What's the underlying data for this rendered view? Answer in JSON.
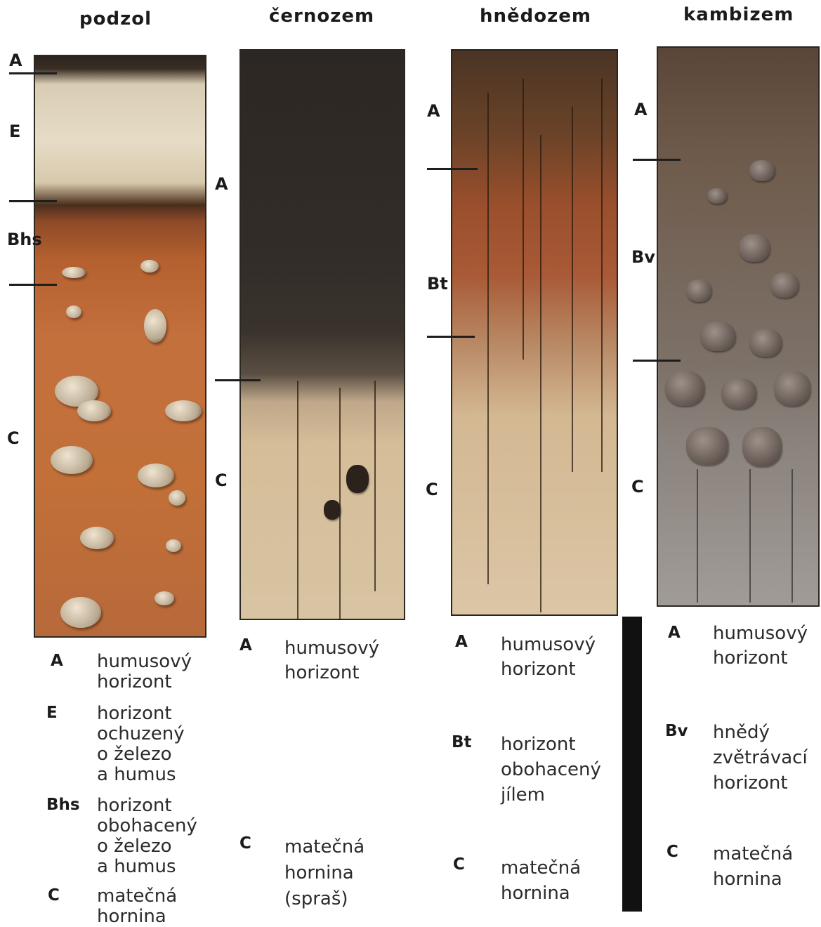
{
  "profiles": [
    {
      "title": "podzol",
      "horizons": [
        "A",
        "E",
        "Bhs",
        "C"
      ],
      "legend": [
        {
          "code": "A",
          "text": "humusový\nhorizont"
        },
        {
          "code": "E",
          "text": "horizont\nochuzený\no železo\na humus"
        },
        {
          "code": "Bhs",
          "text": "horizont\nobohacený\no železo\na humus"
        },
        {
          "code": "C",
          "text": "matečná\nhornina"
        }
      ]
    },
    {
      "title": "černozem",
      "horizons": [
        "A",
        "C"
      ],
      "legend": [
        {
          "code": "A",
          "text": "humusový\nhorizont"
        },
        {
          "code": "C",
          "text": "matečná\nhornina\n(spraš)"
        }
      ]
    },
    {
      "title": "hnědozem",
      "horizons": [
        "A",
        "Bt",
        "C"
      ],
      "legend": [
        {
          "code": "A",
          "text": "humusový\nhorizont"
        },
        {
          "code": "Bt",
          "text": "horizont\nobohacený\njílem"
        },
        {
          "code": "C",
          "text": "matečná\nhornina"
        }
      ]
    },
    {
      "title": "kambizem",
      "horizons": [
        "A",
        "Bv",
        "C"
      ],
      "legend": [
        {
          "code": "A",
          "text": "humusový\nhorizont"
        },
        {
          "code": "Bv",
          "text": "hnědý\nzvětrávací\nhorizont"
        },
        {
          "code": "C",
          "text": "matečná\nhornina"
        }
      ]
    }
  ]
}
